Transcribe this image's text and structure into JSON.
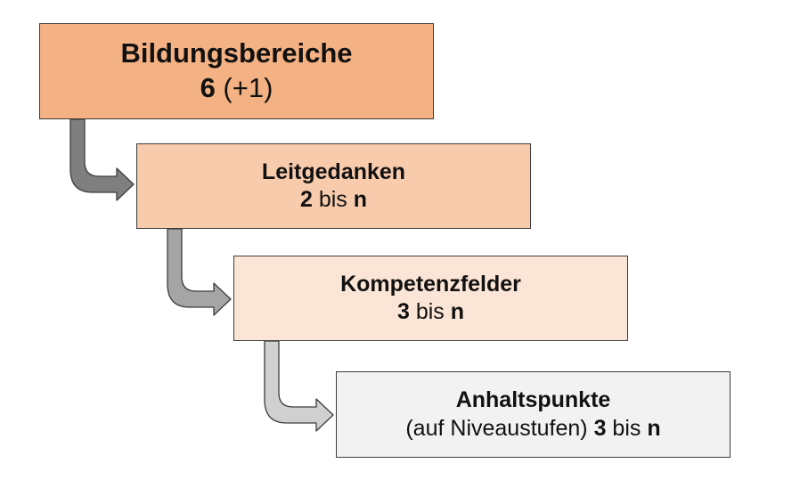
{
  "colors": {
    "level_1": "#F4B183",
    "level_2": "#F8CBAD",
    "level_3": "#FBE5D6",
    "level_4": "#F2F2F2",
    "arrow_1": "#7F7F7F",
    "arrow_2": "#A5A5A5",
    "arrow_3": "#D0D0D0",
    "arrow_stroke": "#3C3C3C"
  },
  "levels": [
    {
      "title": "Bildungsbereiche",
      "count_bold": "6",
      "count_rest": " (+1)",
      "count_prefix": "",
      "count_bold_end": ""
    },
    {
      "title": "Leitgedanken",
      "count_prefix": "",
      "count_bold": "2",
      "count_rest": " bis ",
      "count_bold_end": "n"
    },
    {
      "title": "Kompetenzfelder",
      "count_prefix": "",
      "count_bold": "3",
      "count_rest": " bis ",
      "count_bold_end": "n"
    },
    {
      "title": "Anhaltspunkte",
      "count_prefix": "(auf Niveaustufen)  ",
      "count_bold": "3",
      "count_rest": " bis ",
      "count_bold_end": "n"
    }
  ]
}
